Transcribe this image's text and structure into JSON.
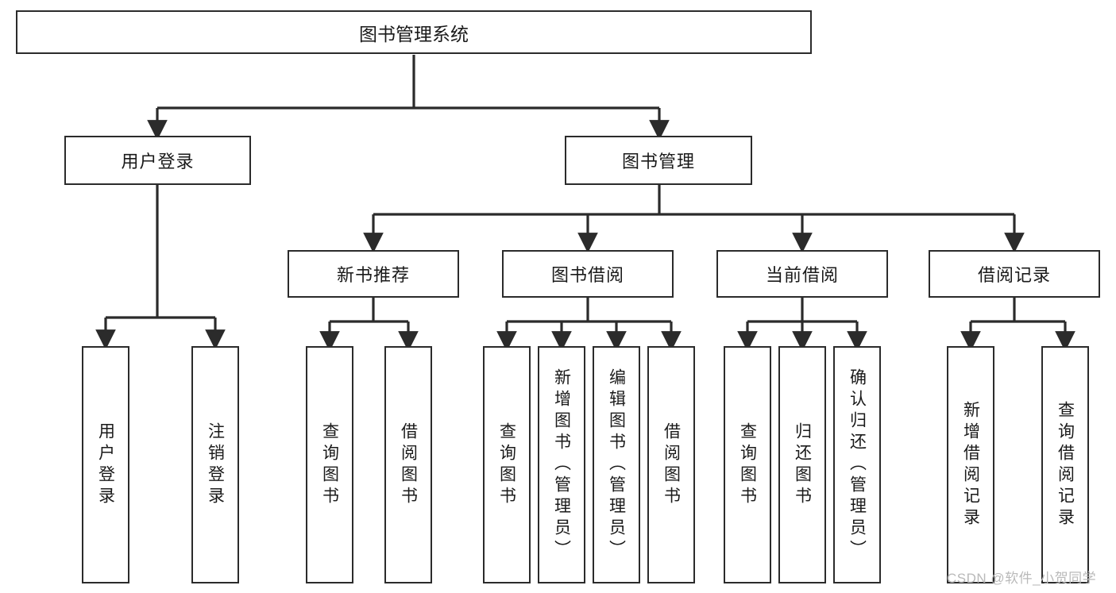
{
  "diagram": {
    "type": "tree-hierarchy-chart",
    "stroke_color": "#2b2b2b",
    "background_color": "#ffffff",
    "text_color": "#1a1a1a",
    "root": {
      "label": "图书管理系统"
    },
    "level1": [
      {
        "label": "用户登录"
      },
      {
        "label": "图书管理"
      }
    ],
    "level2": [
      {
        "label": "新书推荐"
      },
      {
        "label": "图书借阅"
      },
      {
        "label": "当前借阅"
      },
      {
        "label": "借阅记录"
      }
    ],
    "leaves": {
      "user_login": [
        {
          "label": "用户登录"
        },
        {
          "label": "注销登录"
        }
      ],
      "new_book": [
        {
          "label": "查询图书"
        },
        {
          "label": "借阅图书"
        }
      ],
      "borrow_book": [
        {
          "label": "查询图书"
        },
        {
          "label": "新增图书（管理员）"
        },
        {
          "label": "编辑图书（管理员）"
        },
        {
          "label": "借阅图书"
        }
      ],
      "current_borrow": [
        {
          "label": "查询图书"
        },
        {
          "label": "归还图书"
        },
        {
          "label": "确认归还（管理员）"
        }
      ],
      "borrow_record": [
        {
          "label": "新增借阅记录"
        },
        {
          "label": "查询借阅记录"
        }
      ]
    }
  },
  "watermark": {
    "text": "CSDN @软件_小贺同学"
  }
}
